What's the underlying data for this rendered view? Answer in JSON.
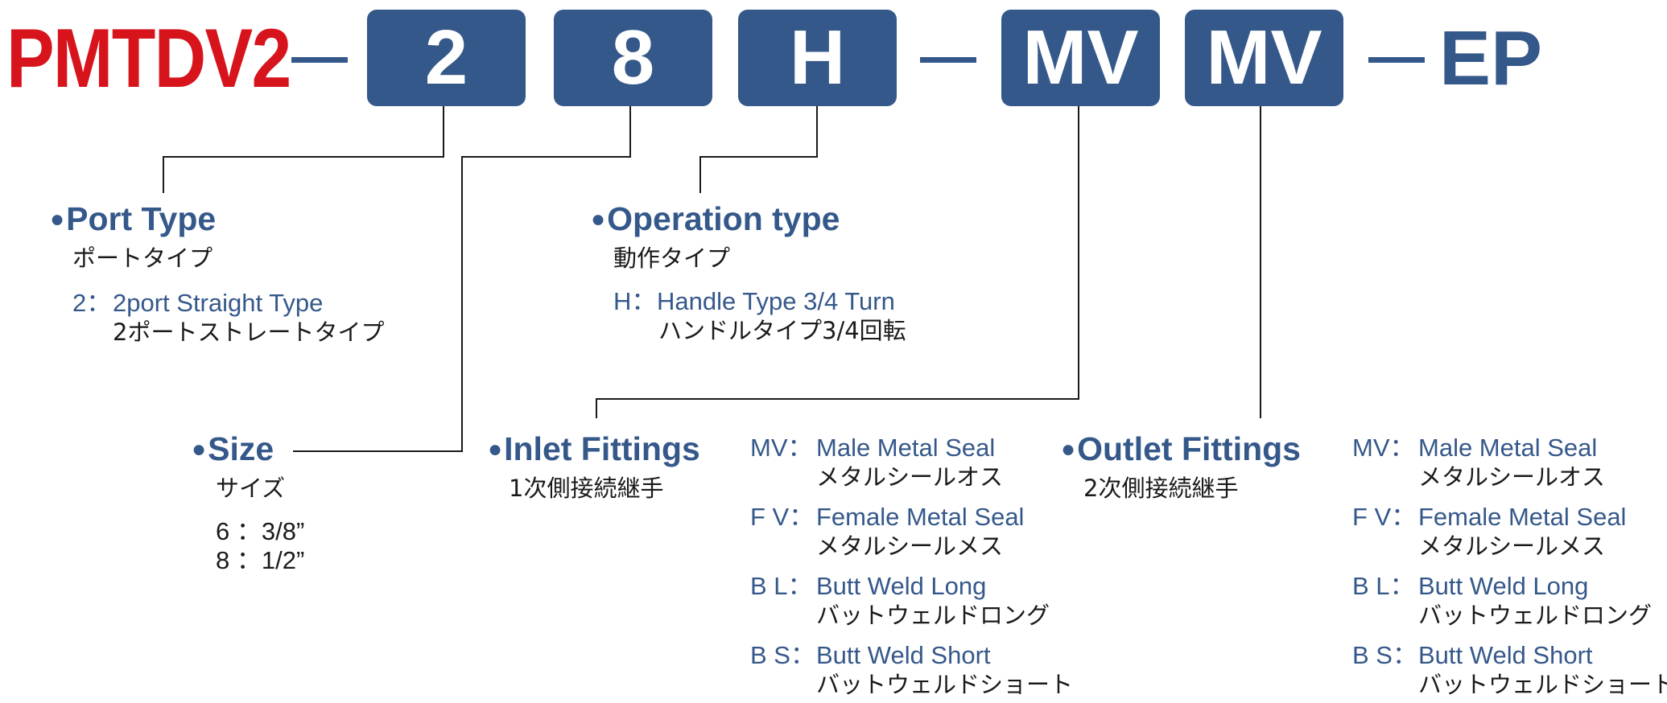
{
  "model": {
    "prefix": "PMTDV2",
    "boxes": [
      "2",
      "8",
      "H",
      "MV",
      "MV"
    ],
    "suffix": "EP"
  },
  "sections": {
    "port_type": {
      "title": "Port Type",
      "jp": "ポートタイプ",
      "options": [
        {
          "code": "2",
          "sep": "：",
          "label": "2port Straight Type",
          "jp": "2ポートストレートタイプ"
        }
      ]
    },
    "operation_type": {
      "title": "Operation type",
      "jp": "動作タイプ",
      "options": [
        {
          "code": "H",
          "sep": "：",
          "label": "Handle Type 3/4 Turn",
          "jp": "ハンドルタイプ3/4回転"
        }
      ]
    },
    "size": {
      "title": "Size",
      "jp": "サイズ",
      "options": [
        {
          "text": "6 ：3/8”"
        },
        {
          "text": "8 ：1/2”"
        }
      ]
    },
    "inlet": {
      "title": "Inlet Fittings",
      "jp": "1次側接続継手"
    },
    "outlet": {
      "title": "Outlet Fittings",
      "jp": "2次側接続継手"
    },
    "fittings_options": [
      {
        "code": "MV",
        "sep": "：",
        "label": "Male Metal Seal",
        "jp": "メタルシールオス"
      },
      {
        "code": "F V",
        "sep": "：",
        "label": "Female Metal Seal",
        "jp": "メタルシールメス"
      },
      {
        "code": "B L",
        "sep": "：",
        "label": "Butt Weld Long",
        "jp": "バットウェルドロング"
      },
      {
        "code": "B S",
        "sep": "：",
        "label": "Butt Weld Short",
        "jp": "バットウェルドショート"
      }
    ]
  },
  "colors": {
    "brand_red": "#d7141c",
    "brand_blue": "#35588a",
    "text": "#1a1a1a"
  }
}
